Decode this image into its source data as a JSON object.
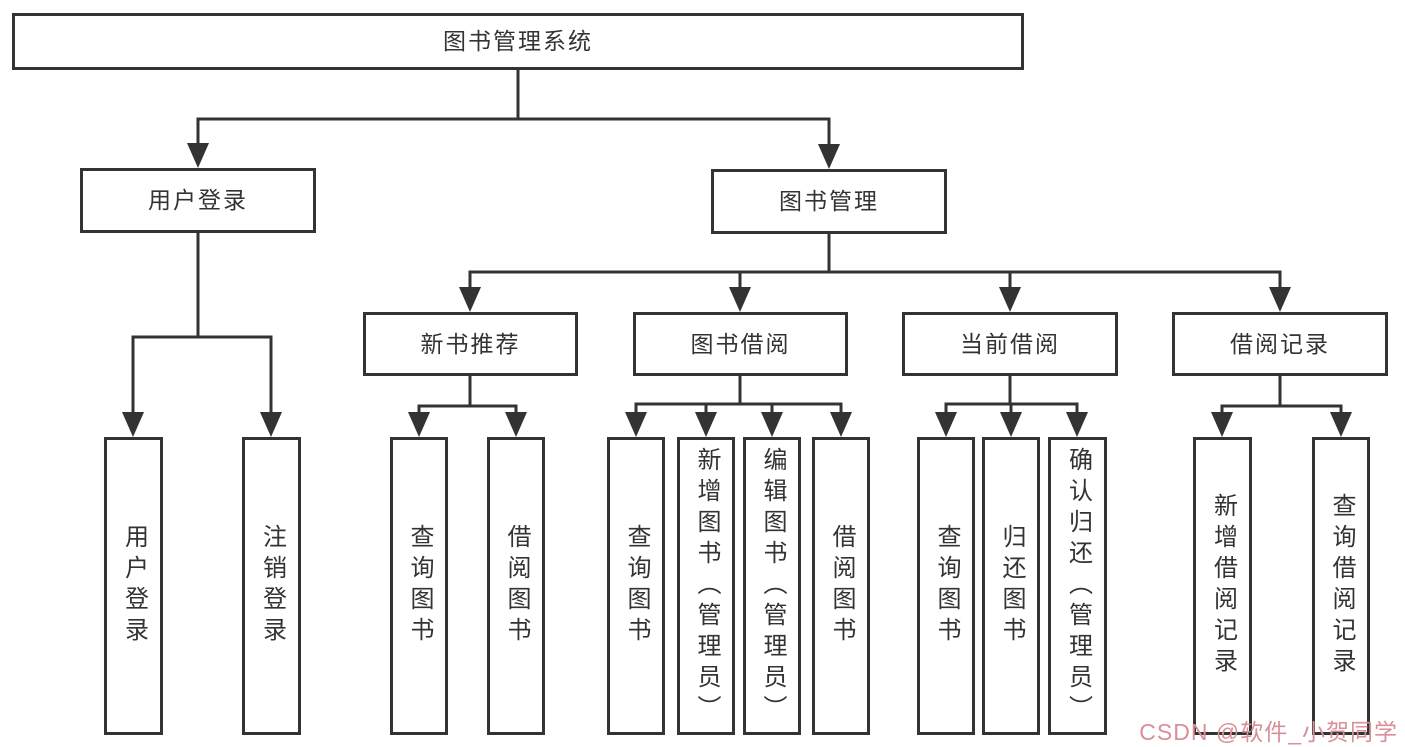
{
  "diagram": {
    "root": {
      "label": "图书管理系统"
    },
    "branches": [
      {
        "label": "用户登录",
        "children": [
          {
            "label": "用户登录"
          },
          {
            "label": "注销登录"
          }
        ]
      },
      {
        "label": "图书管理",
        "children": [
          {
            "label": "新书推荐",
            "children": [
              {
                "label": "查询图书"
              },
              {
                "label": "借阅图书"
              }
            ]
          },
          {
            "label": "图书借阅",
            "children": [
              {
                "label": "查询图书"
              },
              {
                "label": "新增图书（管理员）"
              },
              {
                "label": "编辑图书（管理员）"
              },
              {
                "label": "借阅图书"
              }
            ]
          },
          {
            "label": "当前借阅",
            "children": [
              {
                "label": "查询图书"
              },
              {
                "label": "归还图书"
              },
              {
                "label": "确认归还（管理员）"
              }
            ]
          },
          {
            "label": "借阅记录",
            "children": [
              {
                "label": "新增借阅记录"
              },
              {
                "label": "查询借阅记录"
              }
            ]
          }
        ]
      }
    ]
  },
  "watermark": {
    "text": "CSDN @软件_小贺同学",
    "color": "#d98f98"
  },
  "colors": {
    "line": "#333333",
    "text": "#333333",
    "background": "#ffffff"
  }
}
